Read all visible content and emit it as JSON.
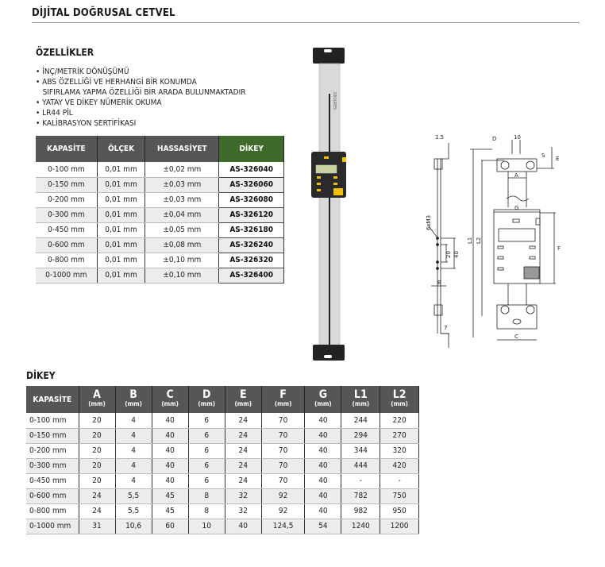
{
  "title": "DİJİTAL DOĞRUSAL CETVEL",
  "features_heading": "ÖZELLİKLER",
  "features": [
    "• İNÇ/METRİK DÖNÜŞÜMÜ",
    "• ABS ÖZELLİĞİ VE HERHANGİ BİR KONUMDA",
    "   SIFIRLAMA YAPMA ÖZELLİĞİ BİR ARADA BULUNMAKTADIR",
    "• YATAY VE DİKEY NÜMERİK OKUMA",
    "• LR44 PİL",
    "• KALİBRASYON SERTİFİKASI"
  ],
  "spec_table": {
    "headers": [
      "KAPASİTE",
      "ÖLÇEK",
      "HASSASİYET",
      "DİKEY"
    ],
    "rows": [
      [
        "0-100 mm",
        "0,01 mm",
        "±0,02 mm",
        "AS-326040"
      ],
      [
        "0-150 mm",
        "0,01 mm",
        "±0,03 mm",
        "AS-326060"
      ],
      [
        "0-200 mm",
        "0,01 mm",
        "±0,03 mm",
        "AS-326080"
      ],
      [
        "0-300 mm",
        "0,01 mm",
        "±0,04 mm",
        "AS-326120"
      ],
      [
        "0-450 mm",
        "0,01 mm",
        "±0,05 mm",
        "AS-326180"
      ],
      [
        "0-600 mm",
        "0,01 mm",
        "±0,08 mm",
        "AS-326240"
      ],
      [
        "0-800 mm",
        "0,01 mm",
        "±0,10 mm",
        "AS-326320"
      ],
      [
        "0-1000 mm",
        "0,01 mm",
        "±0,10 mm",
        "AS-326400"
      ]
    ]
  },
  "photo": {
    "scale_label": "DEGURES"
  },
  "diagram_labels": {
    "d15": "1.5",
    "d10": "10",
    "D": "D",
    "S": "S",
    "E": "E",
    "A": "A",
    "G": "G",
    "m3": "6xM3",
    "d20": "20",
    "d40": "40",
    "L1": "L1",
    "L2": "L2",
    "F": "F",
    "B": "B",
    "d7": "7",
    "C": "C"
  },
  "dim_heading": "DİKEY",
  "dim_table": {
    "first_header": "KAPASİTE",
    "headers": [
      "A",
      "B",
      "C",
      "D",
      "E",
      "F",
      "G",
      "L1",
      "L2"
    ],
    "unit": "(mm)",
    "rows": [
      [
        "0-100 mm",
        "20",
        "4",
        "40",
        "6",
        "24",
        "70",
        "40",
        "244",
        "220"
      ],
      [
        "0-150 mm",
        "20",
        "4",
        "40",
        "6",
        "24",
        "70",
        "40",
        "294",
        "270"
      ],
      [
        "0-200 mm",
        "20",
        "4",
        "40",
        "6",
        "24",
        "70",
        "40",
        "344",
        "320"
      ],
      [
        "0-300 mm",
        "20",
        "4",
        "40",
        "6",
        "24",
        "70",
        "40",
        "444",
        "420"
      ],
      [
        "0-450 mm",
        "20",
        "4",
        "40",
        "6",
        "24",
        "70",
        "40",
        "-",
        "-"
      ],
      [
        "0-600 mm",
        "24",
        "5,5",
        "45",
        "8",
        "32",
        "92",
        "40",
        "782",
        "750"
      ],
      [
        "0-800 mm",
        "24",
        "5,5",
        "45",
        "8",
        "32",
        "92",
        "40",
        "982",
        "950"
      ],
      [
        "0-1000 mm",
        "31",
        "10,6",
        "60",
        "10",
        "40",
        "124,5",
        "54",
        "1240",
        "1200"
      ]
    ]
  }
}
